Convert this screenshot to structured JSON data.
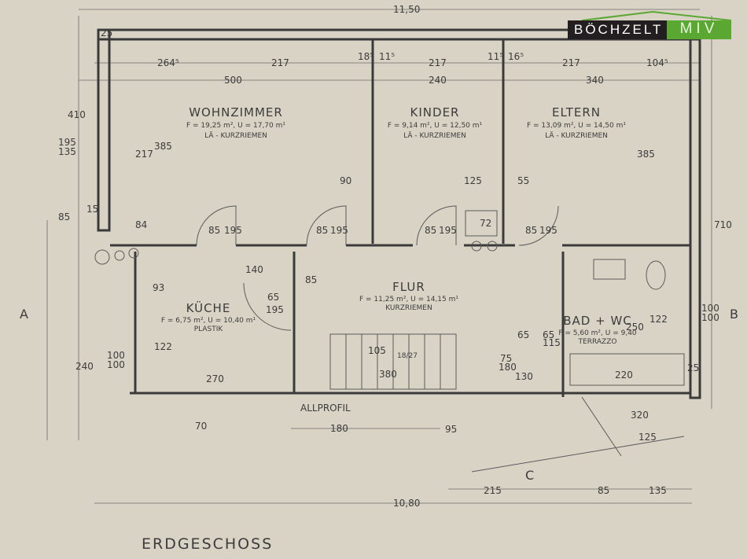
{
  "logo": {
    "brand": "BÖCHZELT",
    "suffix": "MIV",
    "colors": {
      "dark": "#231f20",
      "green": "#5aa832"
    }
  },
  "title": "ERDGESCHOSS",
  "rooms": [
    {
      "name": "WOHNZIMMER",
      "area": "F = 19,25 m², U = 17,70 m¹",
      "floor": "LÄ - KURZRIEMEN"
    },
    {
      "name": "KINDER",
      "area": "F = 9,14 m², U = 12,50 m¹",
      "floor": "LÄ - KURZRIEMEN"
    },
    {
      "name": "ELTERN",
      "area": "F = 13,09 m², U = 14,50 m¹",
      "floor": "LÄ - KURZRIEMEN"
    },
    {
      "name": "FLUR",
      "area": "F = 11,25 m², U = 14,15 m¹",
      "floor": "KURZRIEMEN"
    },
    {
      "name": "KÜCHE",
      "area": "F = 6,75 m², U = 10,40 m¹",
      "floor": "PLASTIK"
    },
    {
      "name": "BAD + WC",
      "area": "F = 5,60 m², U = 9,40",
      "floor": "TERRAZZO"
    }
  ],
  "labels": {
    "allprofil": "ALLPROFIL",
    "stairs": "18/27",
    "section_a": "A",
    "section_b": "B",
    "section_c": "C"
  },
  "dims": [
    "11,50",
    "264⁵",
    "217",
    "18⁵",
    "11⁵",
    "217",
    "11⁵",
    "16⁵",
    "217",
    "104⁵",
    "500",
    "240",
    "340",
    "410",
    "385",
    "217",
    "195",
    "135",
    "385",
    "710",
    "85",
    "15",
    "84",
    "90",
    "125",
    "55",
    "72",
    "85",
    "195",
    "85",
    "195",
    "85",
    "195",
    "85",
    "195",
    "140",
    "85",
    "93",
    "65",
    "195",
    "100",
    "100",
    "122",
    "270",
    "380",
    "180",
    "95",
    "70",
    "240",
    "10,80",
    "215",
    "85",
    "135",
    "320",
    "125",
    "250",
    "122",
    "220",
    "130",
    "115",
    "105",
    "65",
    "65",
    "75",
    "180",
    "100",
    "100",
    "25",
    "25"
  ]
}
